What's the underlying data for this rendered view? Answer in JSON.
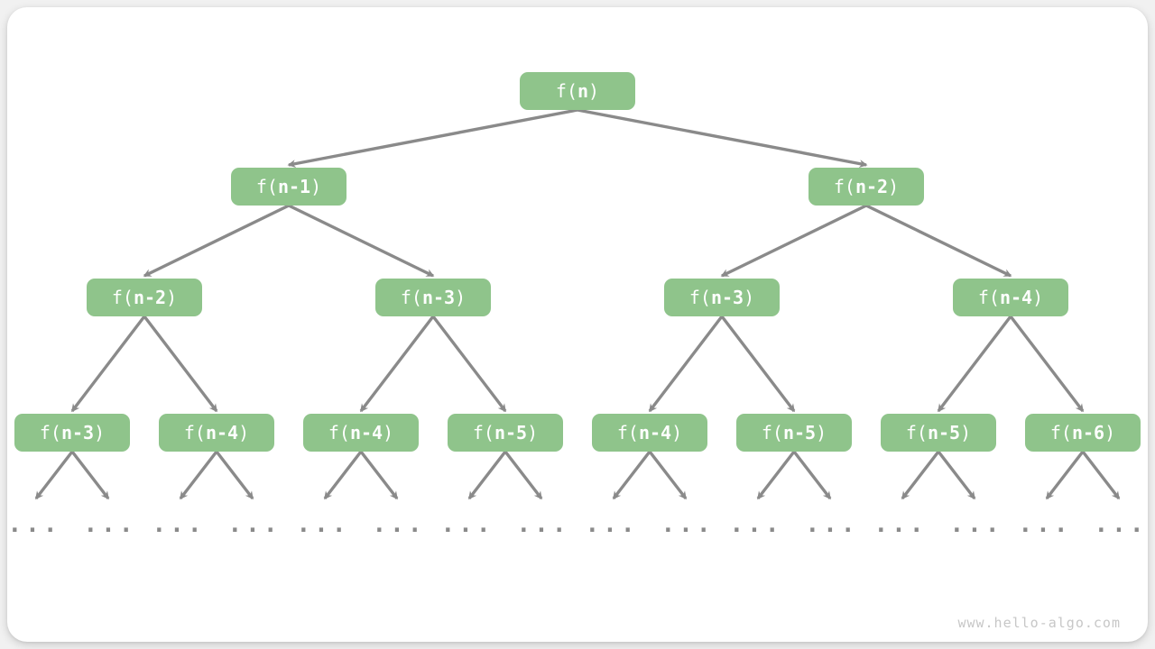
{
  "watermark": "www.hello-algo.com",
  "colors": {
    "node_fill": "#8FC48B",
    "node_text": "#FFFFFF",
    "arrow": "#8A8A8A",
    "ellipsis": "#8A8A8A",
    "watermark": "#C7C7C7",
    "card_background": "#FFFFFF",
    "page_background": "#F1F1F1"
  },
  "diagram": {
    "type": "recursion-tree",
    "description": "Recursion tree of f(n) = f(n-1) + f(n-2)",
    "levels": [
      [
        {
          "prefix": "f(",
          "arg": "n",
          "suffix": ")"
        }
      ],
      [
        {
          "prefix": "f(",
          "arg": "n-1",
          "suffix": ")"
        },
        {
          "prefix": "f(",
          "arg": "n-2",
          "suffix": ")"
        }
      ],
      [
        {
          "prefix": "f(",
          "arg": "n-2",
          "suffix": ")"
        },
        {
          "prefix": "f(",
          "arg": "n-3",
          "suffix": ")"
        },
        {
          "prefix": "f(",
          "arg": "n-3",
          "suffix": ")"
        },
        {
          "prefix": "f(",
          "arg": "n-4",
          "suffix": ")"
        }
      ],
      [
        {
          "prefix": "f(",
          "arg": "n-3",
          "suffix": ")"
        },
        {
          "prefix": "f(",
          "arg": "n-4",
          "suffix": ")"
        },
        {
          "prefix": "f(",
          "arg": "n-4",
          "suffix": ")"
        },
        {
          "prefix": "f(",
          "arg": "n-5",
          "suffix": ")"
        },
        {
          "prefix": "f(",
          "arg": "n-4",
          "suffix": ")"
        },
        {
          "prefix": "f(",
          "arg": "n-5",
          "suffix": ")"
        },
        {
          "prefix": "f(",
          "arg": "n-5",
          "suffix": ")"
        },
        {
          "prefix": "f(",
          "arg": "n-6",
          "suffix": ")"
        }
      ]
    ],
    "ellipsis_label": "...",
    "ellipsis_count": 16
  }
}
